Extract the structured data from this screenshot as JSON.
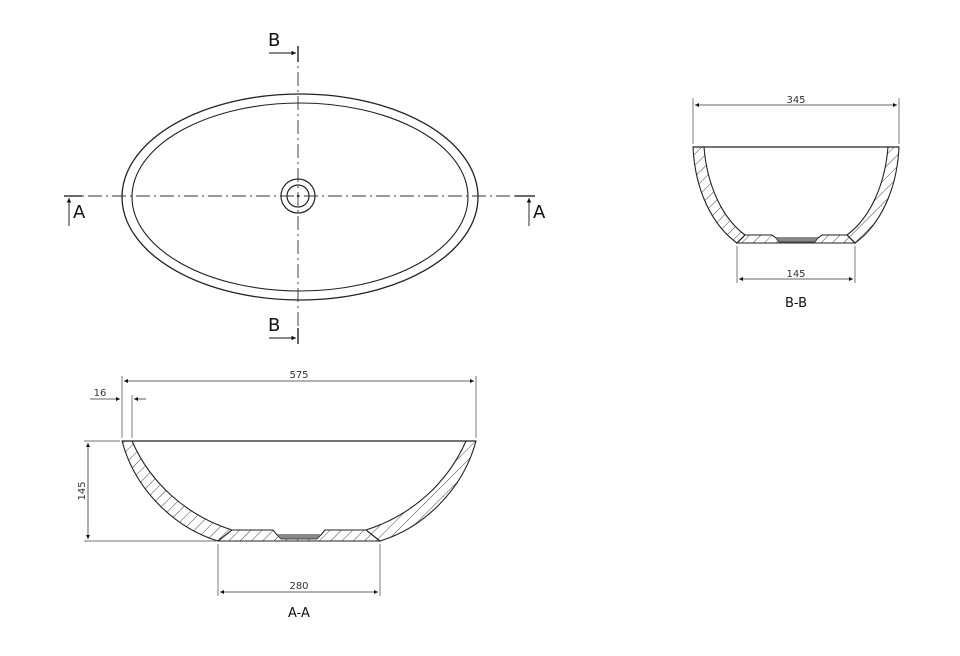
{
  "drawing": {
    "type": "technical drawing",
    "subject": "oval vessel wash basin",
    "line_color": "#222222",
    "background": "#ffffff"
  },
  "top_view": {
    "section_markers": {
      "a_left": "A",
      "a_right": "A",
      "b_top": "B",
      "b_bottom": "B"
    }
  },
  "section_bb": {
    "title": "B-B",
    "dimensions": {
      "top_width": "345",
      "base_width": "145"
    }
  },
  "section_aa": {
    "title": "A-A",
    "dimensions": {
      "top_width": "575",
      "rim_thickness": "16",
      "height": "145",
      "base_width": "280"
    }
  }
}
